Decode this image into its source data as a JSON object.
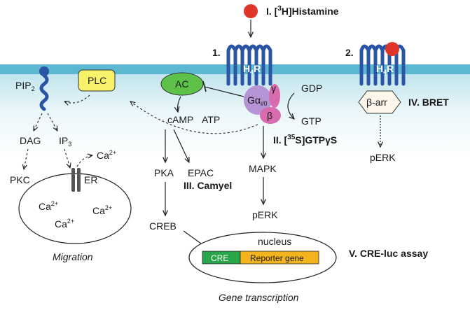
{
  "assays": {
    "histamine_prefix": "I. [",
    "histamine_sup": "3",
    "histamine_suffix": "H]Histamine",
    "gtp_prefix": "II. [",
    "gtp_sup": "35",
    "gtp_suffix": "S]GTPγS",
    "camyel": "III. Camyel",
    "bret": "IV. BRET",
    "creluc": "V. CRE-luc assay"
  },
  "receptor": {
    "one_number": "1.",
    "two_number": "2.",
    "h": "H",
    "sub": "4",
    "r": "R"
  },
  "gprotein": {
    "alpha": "Gα",
    "alpha_sub": "i/0",
    "gamma": "γ",
    "beta": "β",
    "gdp": "GDP",
    "gtp": "GTP"
  },
  "barrestin": "β-arr",
  "signaling": {
    "pip2": "PIP",
    "pip2_sub": "2",
    "plc": "PLC",
    "ac": "AC",
    "camp": "cAMP",
    "atp": "ATP",
    "dag": "DAG",
    "ip3": "IP",
    "ip3_sub": "3",
    "pkc": "PKC",
    "er": "ER",
    "ca": "Ca",
    "ca_sup": "2+",
    "pka": "PKA",
    "epac": "EPAC",
    "creb": "CREB",
    "mapk": "MAPK",
    "perk": "pERK",
    "perk2": "pERK"
  },
  "nucleus": {
    "label": "nucleus",
    "cre": "CRE",
    "reporter": "Reporter gene"
  },
  "captions": {
    "migration": "Migration",
    "gene_transcription": "Gene transcription"
  },
  "colors": {
    "membrane": "#5bb8d0",
    "receptor": "#2a55a6",
    "ligand": "#e0352b",
    "plc": "#f8f26a",
    "ac": "#5ec24a",
    "galpha": "#b593d4",
    "gbeta": "#d96cae",
    "cre": "#2aa64a",
    "reporter": "#f4b41e"
  }
}
